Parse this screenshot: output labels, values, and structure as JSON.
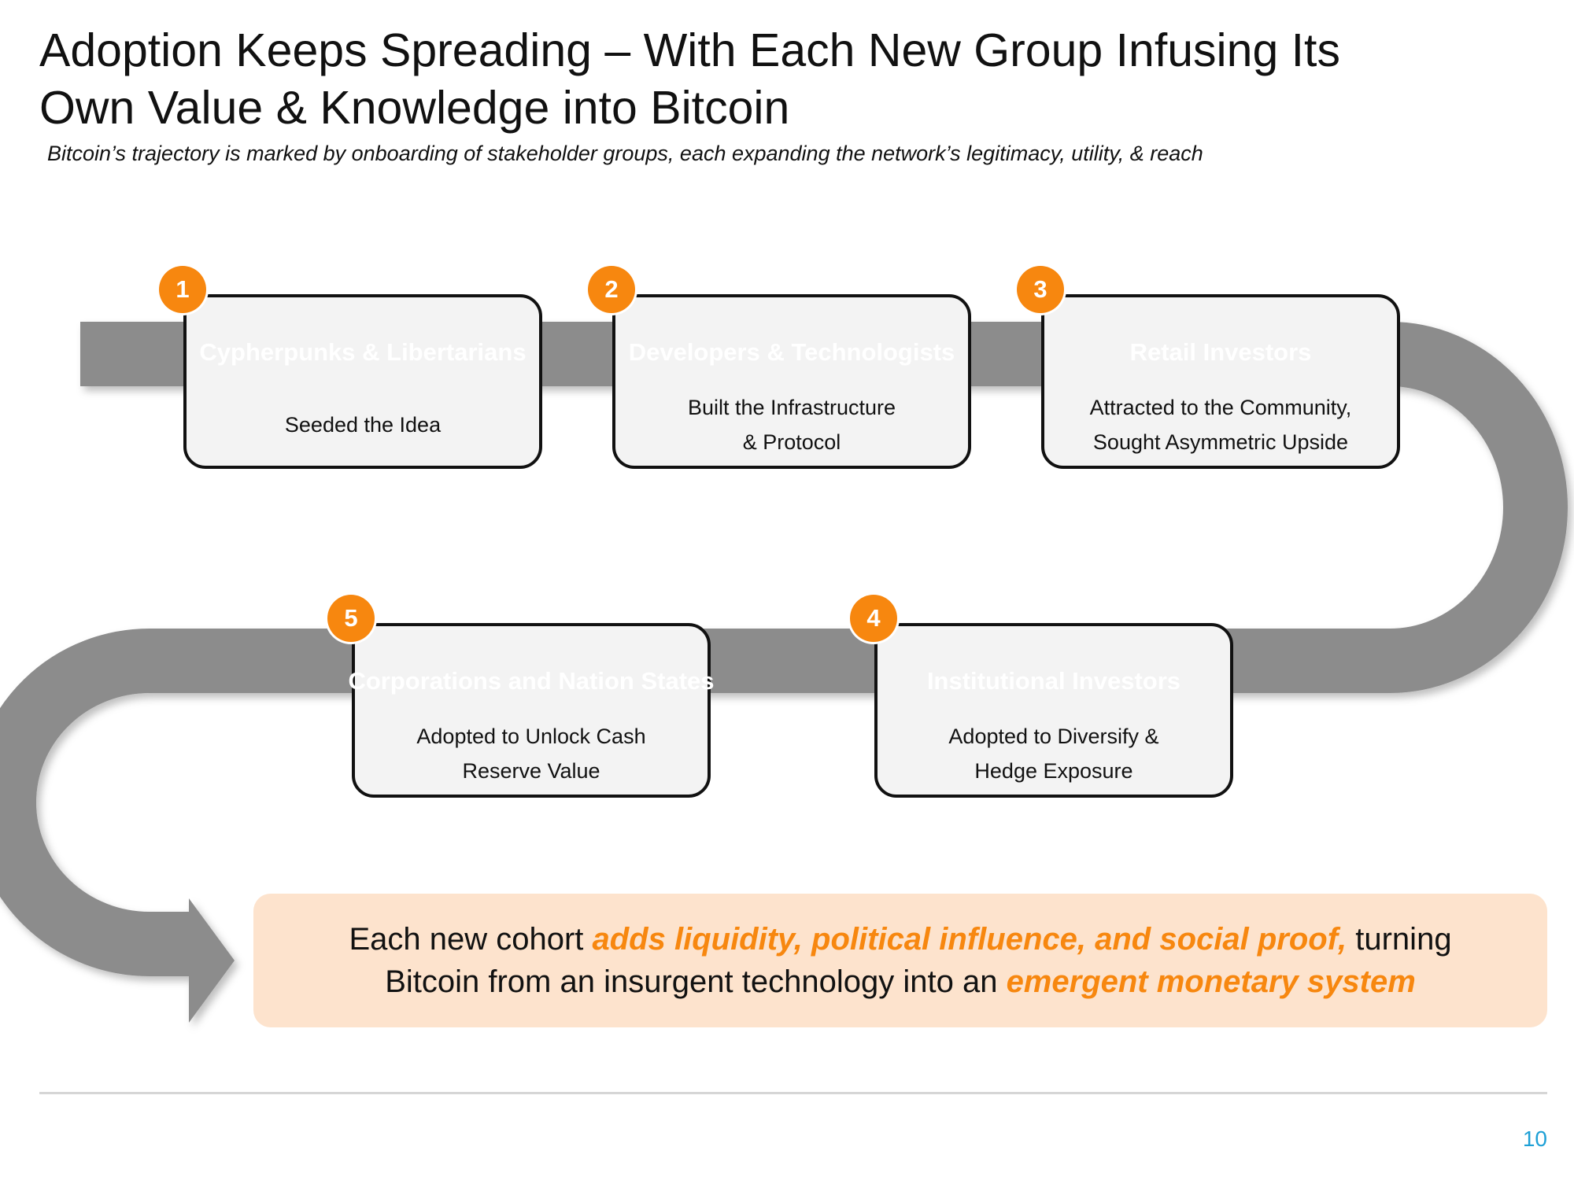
{
  "header": {
    "title_line1": "Adoption Keeps Spreading – With Each New Group Infusing Its",
    "title_line2": "Own Value & Knowledge into Bitcoin",
    "subtitle": "Bitcoin’s trajectory is marked by onboarding of stakeholder groups, each expanding the network’s legitimacy, utility, & reach"
  },
  "stages": [
    {
      "number": "1",
      "title": "Cypherpunks & Libertarians",
      "description": "Seeded the Idea"
    },
    {
      "number": "2",
      "title": "Developers & Technologists",
      "description": "Built the Infrastructure\n& Protocol"
    },
    {
      "number": "3",
      "title": "Retail Investors",
      "description": "Attracted to the Community,\nSought Asymmetric Upside"
    },
    {
      "number": "4",
      "title": "Institutional Investors",
      "description": "Adopted to Diversify &\nHedge Exposure"
    },
    {
      "number": "5",
      "title": "Corporations and Nation States",
      "description": "Adopted to Unlock Cash\nReserve Value"
    }
  ],
  "callout": {
    "line1_pre": "Each new cohort ",
    "line1_highlight": "adds liquidity, political influence, and social proof,",
    "line1_post": " turning",
    "line2_pre": "Bitcoin from an insurgent technology into an ",
    "line2_highlight": "emergent monetary system"
  },
  "footer": {
    "page_number": "10"
  },
  "colors": {
    "band": "#8c8c8c",
    "accent": "#f7870f",
    "callout_bg": "#fde3cd",
    "page_number": "#1ea0d6"
  }
}
